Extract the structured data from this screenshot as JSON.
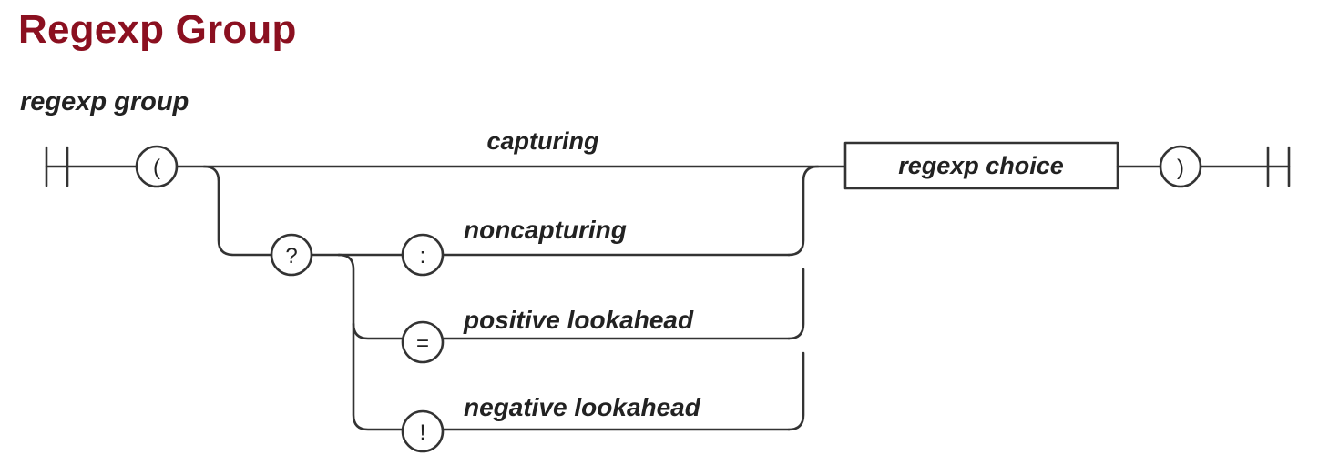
{
  "title": "Regexp Group",
  "diagram": {
    "name": "regexp group",
    "tokens": {
      "open_paren": "(",
      "question": "?",
      "colon": ":",
      "equals": "=",
      "bang": "!",
      "close_paren": ")"
    },
    "branches": {
      "capturing": "capturing",
      "noncapturing": "noncapturing",
      "positive_lookahead": "positive lookahead",
      "negative_lookahead": "negative lookahead"
    },
    "nonterminal": "regexp choice"
  }
}
